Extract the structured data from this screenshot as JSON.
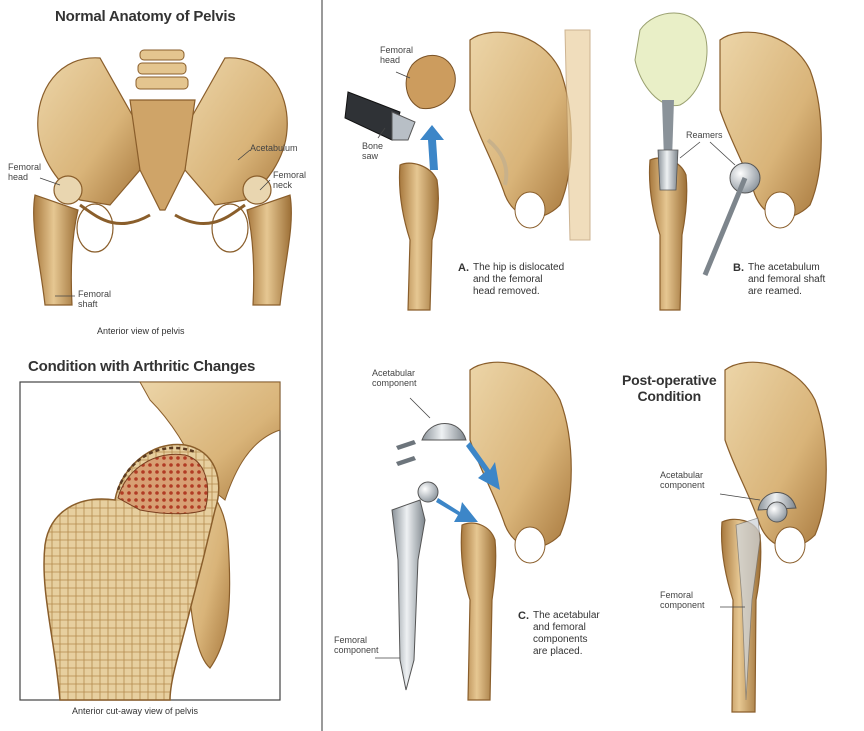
{
  "normal_panel": {
    "title": "Normal Anatomy of Pelvis",
    "labels": {
      "femoral_head": "Femoral\nhead",
      "acetabulum": "Acetabulum",
      "femoral_neck": "Femoral\nneck",
      "femoral_shaft": "Femoral\nshaft"
    },
    "caption": "Anterior view of pelvis"
  },
  "arthritic_panel": {
    "title": "Condition with Arthritic Changes",
    "caption": "Anterior cut-away view of pelvis"
  },
  "step_a": {
    "letter": "A.",
    "text": "The hip is dislocated\nand the femoral\nhead removed.",
    "labels": {
      "femoral_head": "Femoral\nhead",
      "bone_saw": "Bone\nsaw"
    }
  },
  "step_b": {
    "letter": "B.",
    "text": "The acetabulum\nand femoral shaft\nare reamed.",
    "labels": {
      "reamers": "Reamers"
    }
  },
  "step_c": {
    "letter": "C.",
    "text": "The acetabular\nand femoral\ncomponents\nare placed.",
    "labels": {
      "acetabular_component": "Acetabular\ncomponent",
      "femoral_component": "Femoral\ncomponent"
    }
  },
  "postop_panel": {
    "title": "Post-operative\nCondition",
    "labels": {
      "acetabular_component": "Acetabular\ncomponent",
      "femoral_component": "Femoral\ncomponent"
    }
  },
  "colors": {
    "bone": "#d9b479",
    "bone_dark": "#9c6f36",
    "bone_light": "#ecd5a8",
    "cartilage": "#e6d9c0",
    "marrow": "#b9472c",
    "metal": "#b8bfc6",
    "arrow": "#3c86c8",
    "divider": "#9a9a9a"
  }
}
